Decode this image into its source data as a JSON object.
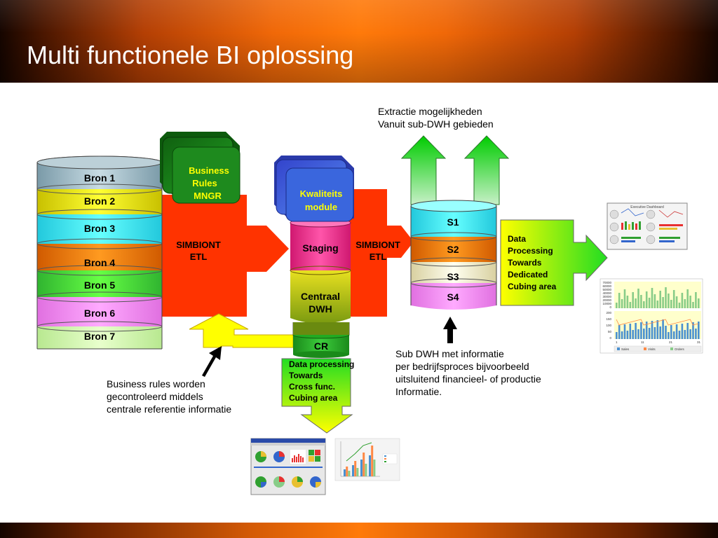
{
  "slide": {
    "title": "Multi functionele BI oplossing",
    "colors": {
      "header_orange": "#ff7a0a",
      "etl_red": "#ff3300",
      "arrow_green": "#22dd22"
    }
  },
  "sources": [
    "Bron 1",
    "Bron 2",
    "Bron 3",
    "Bron 4",
    "Bron 5",
    "Bron 6",
    "Bron 7"
  ],
  "etl_left": {
    "line1": "SIMBIONT",
    "line2": "ETL"
  },
  "etl_right": {
    "line1": "SIMBIONT",
    "line2": "ETL"
  },
  "business_rules": {
    "line1": "Business",
    "line2": "Rules",
    "line3": "MNGR"
  },
  "quality": {
    "line1": "Kwaliteits",
    "line2": "module"
  },
  "dwh": {
    "staging": "Staging",
    "central_line1": "Centraal",
    "central_line2": "DWH",
    "cr": "CR"
  },
  "cross_func": {
    "line1": "Data processing",
    "line2": "Towards",
    "line3": "Cross func.",
    "line4": "Cubing area"
  },
  "sub_dwh": [
    "S1",
    "S2",
    "S3",
    "S4"
  ],
  "dedicated": {
    "line1": "Data",
    "line2": "Processing",
    "line3": "Towards",
    "line4": "Dedicated",
    "line5": "Cubing area"
  },
  "notes": {
    "extract": [
      "Extractie mogelijkheden",
      "Vanuit sub-DWH gebieden"
    ],
    "business_rules": [
      "Business rules worden",
      "gecontroleerd middels",
      "centrale referentie informatie"
    ],
    "sub_dwh": [
      "Sub DWH met informatie",
      "per bedrijfsproces bijvoorbeeld",
      "uitsluitend financieel- of productie",
      "Informatie."
    ]
  },
  "thumbs": {
    "dashboard_title": "Executive Dashboard",
    "chart_legend": [
      "Sales",
      "Visits",
      "Orders"
    ],
    "chart_yticks": [
      "70000",
      "60000",
      "50000",
      "40000",
      "30000",
      "20000",
      "10000",
      "0"
    ],
    "chart_yticks2": [
      "200",
      "150",
      "100",
      "50",
      "0"
    ],
    "chart_xticks": [
      "1",
      "11",
      "21",
      "31"
    ]
  }
}
